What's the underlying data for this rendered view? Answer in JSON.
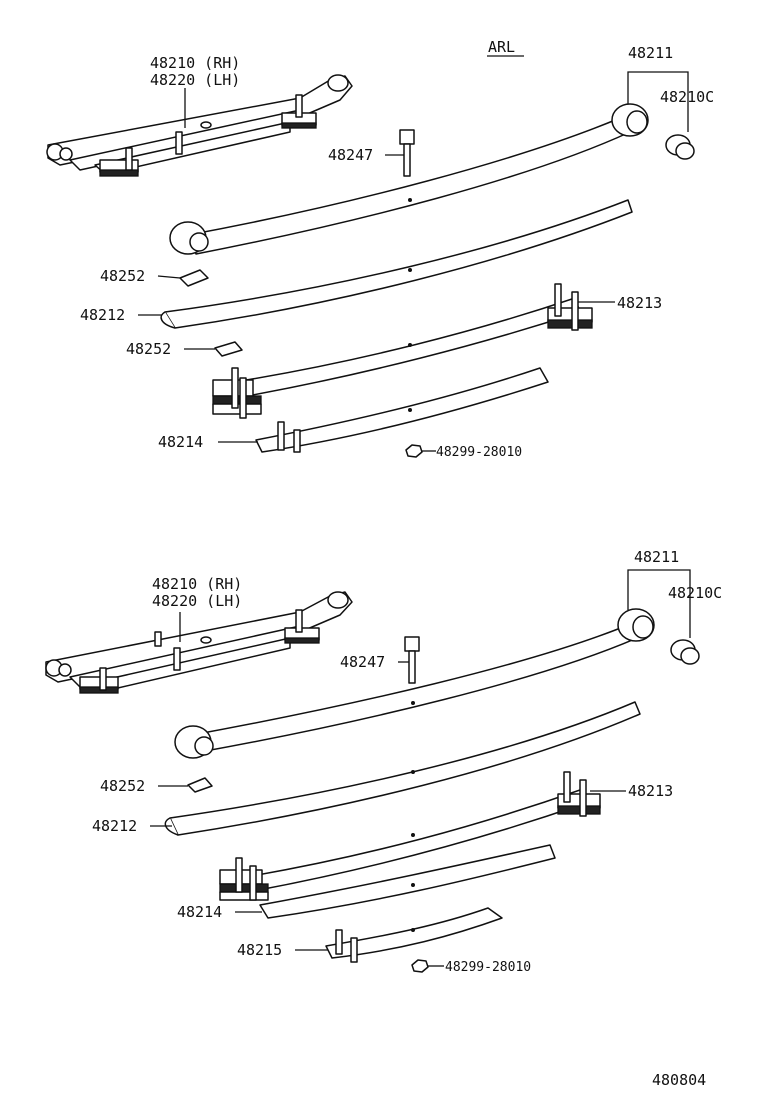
{
  "diagram": {
    "variant_label": "ARL",
    "figure_number": "480804",
    "top_assembly": {
      "assembly_label_rh": "48210 (RH)",
      "assembly_label_lh": "48220 (LH)",
      "main_leaf": "48211",
      "bushing": "48210C",
      "center_bolt": "48247",
      "liner_a": "48252",
      "liner_b": "48252",
      "leaf_2": "48212",
      "clip_leaf": "48213",
      "leaf_4": "48214",
      "nut": "48299-28010"
    },
    "bottom_assembly": {
      "assembly_label_rh": "48210 (RH)",
      "assembly_label_lh": "48220 (LH)",
      "main_leaf": "48211",
      "bushing": "48210C",
      "center_bolt": "48247",
      "liner_a": "48252",
      "leaf_2": "48212",
      "clip_leaf": "48213",
      "leaf_4": "48214",
      "leaf_5": "48215",
      "nut": "48299-28010"
    }
  }
}
